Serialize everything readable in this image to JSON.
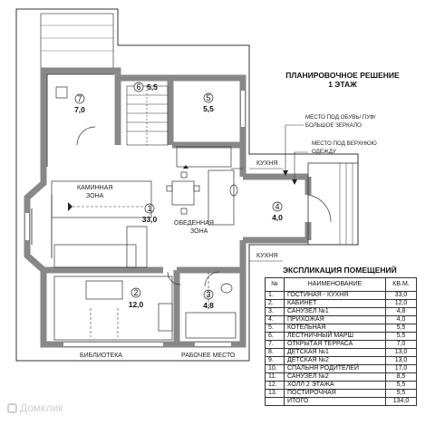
{
  "plan": {
    "title_line1": "ПЛАНИРОВОЧНОЕ РЕШЕНИЕ",
    "title_line2": "1 ЭТАЖ",
    "rooms": [
      {
        "number": "1",
        "area": "33,0"
      },
      {
        "number": "2",
        "area": "12,0"
      },
      {
        "number": "3",
        "area": "4,8"
      },
      {
        "number": "4",
        "area": "4,0"
      },
      {
        "number": "5",
        "area": "5,5"
      },
      {
        "number": "6",
        "area": "5,5"
      },
      {
        "number": "7",
        "area": "7,0"
      }
    ],
    "labels": {
      "fireplace_line1": "КАМИННАЯ",
      "fireplace_line2": "ЗОНА",
      "dining_line1": "ОБЕДЕННАЯ",
      "dining_line2": "ЗОНА",
      "kitchen_top": "КУХНЯ",
      "kitchen_bottom": "КУХНЯ",
      "library": "БИБЛИОТЕКА",
      "workplace": "РАБОЧЕЕ МЕСТО"
    },
    "callouts": {
      "shoes_line1": "МЕСТО ПОД ОБУВЬ/ ПУФ/",
      "shoes_line2": "БОЛЬШОЕ ЗЕРКАЛО",
      "clothes_line1": "МЕСТО ПОД ВЕРХНЮЮ",
      "clothes_line2": "ОДЕЖДУ"
    }
  },
  "explication": {
    "title": "ЭКСПЛИКАЦИЯ ПОМЕЩЕНИЙ",
    "headers": [
      "№",
      "НАИМЕНОВАНИЕ",
      "КВ.М."
    ],
    "rows": [
      [
        "1.",
        "ГОСТИНАЯ - КУХНЯ",
        "33,0"
      ],
      [
        "2.",
        "КАБИНЕТ",
        "12,0"
      ],
      [
        "3.",
        "САНУЗЕЛ №1",
        "4,8"
      ],
      [
        "4.",
        "ПРИХОЖАЯ",
        "4,0"
      ],
      [
        "5.",
        "КОТЕЛЬНАЯ",
        "5,5"
      ],
      [
        "6.",
        "ЛЕСТНИЧНЫЙ МАРШ",
        "5,5"
      ],
      [
        "7.",
        "ОТКРЫТАЯ ТЕРРАСА",
        "7,0"
      ],
      [
        "8.",
        "ДЕТСКАЯ №1",
        "13,0"
      ],
      [
        "9.",
        "ДЕТСКАЯ №2",
        "13,0"
      ],
      [
        "10.",
        "СПАЛЬНЯ РОДИТЕЛЕЙ",
        "17,0"
      ],
      [
        "11.",
        "САНУЗЕЛ №2",
        "8,5"
      ],
      [
        "12.",
        "ХОЛЛ 2 ЭТАЖА",
        "5,5"
      ],
      [
        "13.",
        "ПОСТИРОЧНАЯ",
        "5,5"
      ],
      [
        "",
        "ИТОГО",
        "134,0"
      ]
    ]
  },
  "watermark": "Домклик"
}
